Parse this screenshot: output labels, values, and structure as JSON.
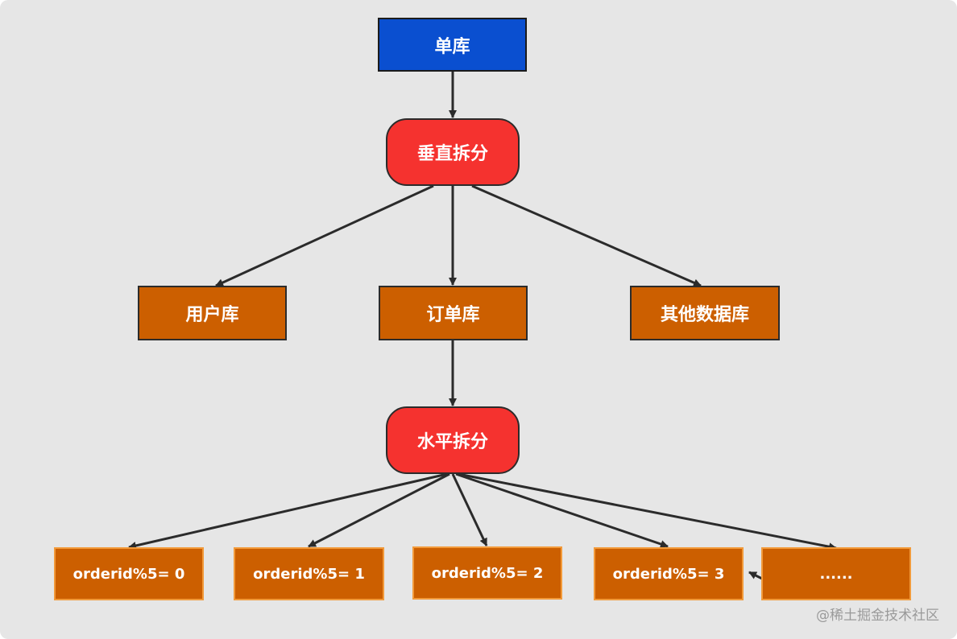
{
  "nodes": {
    "single_db": "单库",
    "vertical_split": "垂直拆分",
    "user_db": "用户库",
    "order_db": "订单库",
    "other_db": "其他数据库",
    "horizontal_split": "水平拆分",
    "shard_0": "orderid%5= 0",
    "shard_1": "orderid%5= 1",
    "shard_2": "orderid%5= 2",
    "shard_3": "orderid%5= 3",
    "shard_more": "......"
  },
  "watermark": "@稀土掘金技术社区",
  "colors": {
    "root_box": "#0a4fd0",
    "split_box": "#f5322f",
    "db_box": "#cc5f00",
    "arrow": "#2b2b2b"
  }
}
